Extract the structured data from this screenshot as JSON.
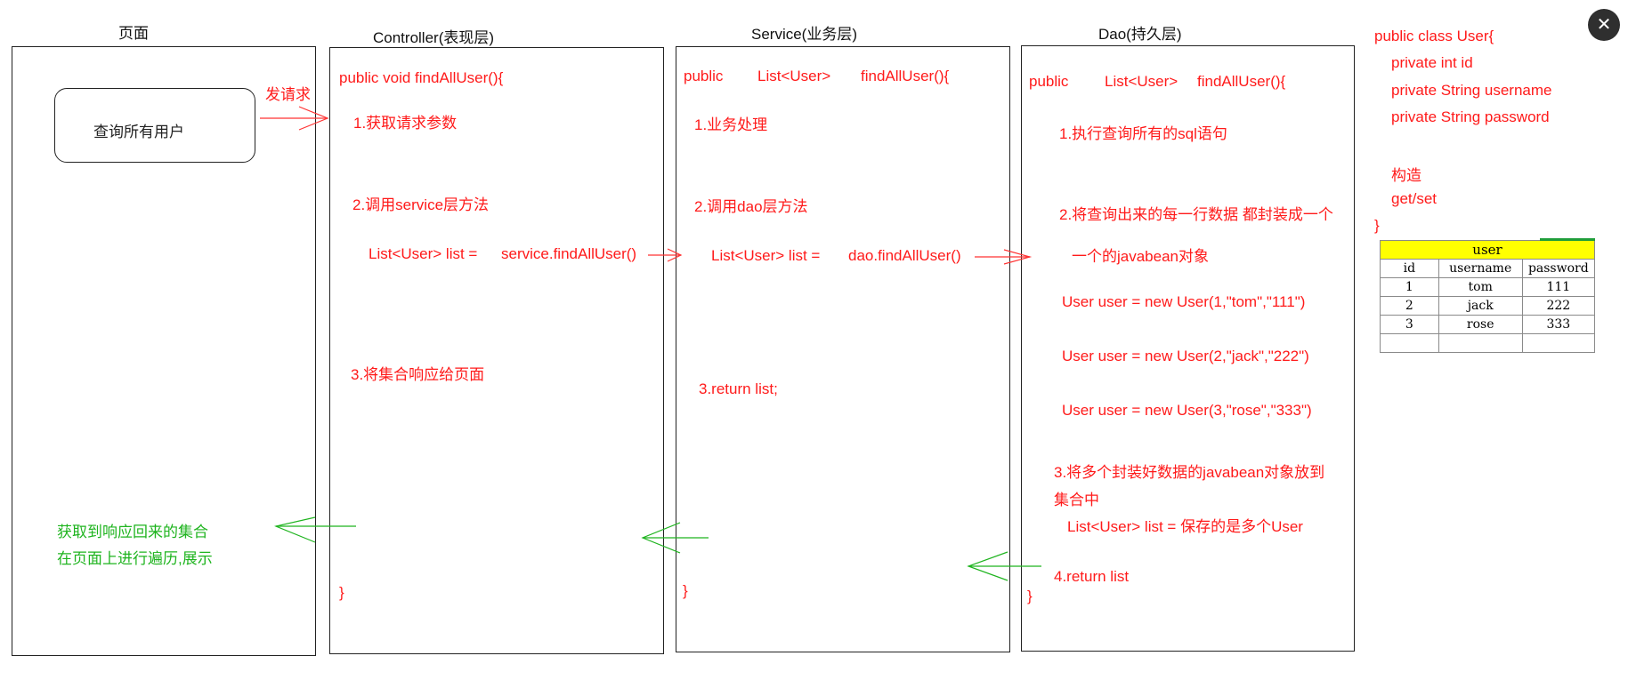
{
  "columns": {
    "page": "页面",
    "controller": "Controller(表现层)",
    "service": "Service(业务层)",
    "dao": "Dao(持久层)"
  },
  "page_panel": {
    "query_button": "查询所有用户",
    "send_request": "发请求",
    "result_line1": "获取到响应回来的集合",
    "result_line2": "在页面上进行遍历,展示"
  },
  "controller_panel": {
    "signature": "public void findAllUser(){",
    "step1": "1.获取请求参数",
    "step2": "2.调用service层方法",
    "call_left": "List<User> list =",
    "call_right": "service.findAllUser()",
    "step3": "3.将集合响应给页面",
    "close": "}"
  },
  "service_panel": {
    "sig_public": "public",
    "sig_type": "List<User>",
    "sig_method": "findAllUser(){",
    "step1": "1.业务处理",
    "step2": "2.调用dao层方法",
    "call_left": "List<User> list =",
    "call_right": "dao.findAllUser()",
    "step3": "3.return list;",
    "close": "}"
  },
  "dao_panel": {
    "sig_public": "public",
    "sig_type": "List<User>",
    "sig_method": "findAllUser(){",
    "step1": "1.执行查询所有的sql语句",
    "step2_line1": "2.将查询出来的每一行数据 都封装成一个",
    "step2_line2": "一个的javabean对象",
    "new_user1": "User user = new User(1,\"tom\",\"111\")",
    "new_user2": "User user = new User(2,\"jack\",\"222\")",
    "new_user3": "User user = new User(3,\"rose\",\"333\")",
    "step3_line1": "3.将多个封装好数据的javabean对象放到",
    "step3_line2": "集合中",
    "step3_line3": "List<User> list = 保存的是多个User",
    "step4": "4.return list",
    "close": "}"
  },
  "user_class": {
    "line1": "public class User{",
    "line2": "private int id",
    "line3": "private String username",
    "line4": "private String password",
    "line5": "构造",
    "line6": "get/set",
    "line7": "}"
  },
  "user_table": {
    "title": "user",
    "headers": [
      "id",
      "username",
      "password"
    ],
    "rows": [
      [
        "1",
        "tom",
        "111"
      ],
      [
        "2",
        "jack",
        "222"
      ],
      [
        "3",
        "rose",
        "333"
      ]
    ]
  },
  "close_icon": "close-icon",
  "colors": {
    "code_text": "#ff1a1a",
    "response_text": "#1fb41f",
    "table_header": "#ffff00"
  }
}
